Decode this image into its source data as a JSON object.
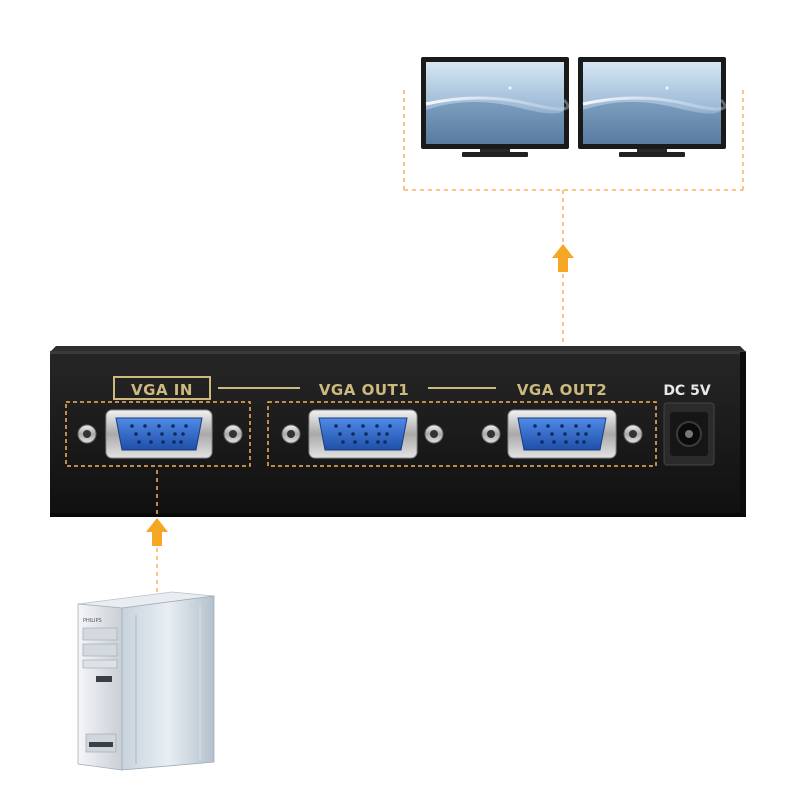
{
  "device": {
    "input_label": "VGA IN",
    "output1_label": "VGA OUT1",
    "output2_label": "VGA OUT2",
    "power_label": "DC 5V"
  },
  "computer": {
    "brand": "PHILIPS"
  },
  "colors": {
    "flow_arrow": "#f5a623",
    "dashed_line": "#f5b45a",
    "panel": "#1b1b1b",
    "label_gold": "#cdb97e",
    "vga_blue": "#2f66c9"
  }
}
